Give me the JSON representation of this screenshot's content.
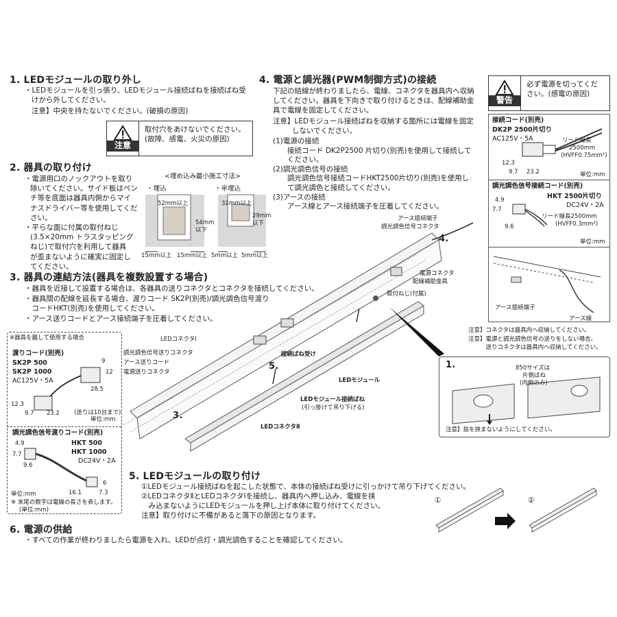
{
  "s1": {
    "title": "1. LEDモジュールの取り外し",
    "body1": "・LEDモジュールを引っ張り、LEDモジュール接続ばねを接続ばね受",
    "body2": "けから外してください。",
    "note": "注意】中央を持たないでください。(破損の原因)",
    "caution_label": "注意",
    "caution_text1": "取付穴をあけないでください。",
    "caution_text2": "(故障、感電、火災の原因)"
  },
  "s2": {
    "title": "2. 器具の取り付け",
    "lines": [
      "・電源用口のノックアウトを取り",
      "除いてください。サイド板はペン",
      "チ等を底面は器具内側からマイ",
      "ナスドライバー等を使用してくだ",
      "さい。",
      "・平らな面に付属の取付ねじ",
      "(3.5×20mm トラスタッピング",
      "ねじ)で取付穴を利用して器具",
      "が歪まないように確実に固定し",
      "てください。"
    ],
    "fig_title": "<埋め込み最小施工寸法>",
    "full": "・埋込",
    "half": "・半埋込",
    "d52": "52mm以上",
    "d54": "54mm",
    "d54b": "以下",
    "d32": "32mm以上",
    "d29": "29mm",
    "d29b": "以下",
    "d15": "15mm以上",
    "d5": "5mm以上"
  },
  "s3": {
    "title": "3. 器具の連結方法(器具を複数設置する場合)",
    "lines": [
      "・器具を近接して設置する場合は、各器具の送りコネクタとコネクタを接続してください。",
      "・器具間の配線を延長する場合、渡りコード SK2P(別売)/調光調色信号渡り",
      "　コードHKT(別売)を使用してください。",
      "・アース送りコードとアース接続端子を圧着してください。"
    ]
  },
  "s4": {
    "title": "4. 電源と調光器(PWM制御方式)の接続",
    "lines": [
      "下記の結線が終わりましたら、電線、コネクタを器具内へ収納",
      "してください。器具を下向きで取り付けるときは、配線補助金",
      "具で電線を固定してください。"
    ],
    "note1": "注意】LEDモジュール接続ばねを収納する箇所には電線を固定",
    "note2": "しないでください。",
    "items": [
      "(1)電源の接続",
      "　　接続コード DK2P2500 片切り(別売)を使用して接続して",
      "　　ください。",
      "(2)調光調色信号の接続",
      "　　調光調色信号接続コードHKT2500片切り(別売)を使用し",
      "　　て調光調色と接続してください。",
      "(3)アースの接続",
      "　　アース線とアース接続端子を圧着してください。"
    ]
  },
  "warning": {
    "label": "警告",
    "text1": "必ず電源を切ってくだ",
    "text2": "さい。(感電の原因)"
  },
  "cord_box": {
    "title1": "接続コード(別売)",
    "model": "DK2P 2500片切り",
    "spec": "AC125V・5A",
    "lead": "リード線長",
    "lead_len": "2500mm",
    "wire": "(HVFF0.75mm²)",
    "d123": "12.3",
    "d97": "9.7",
    "d232": "23.2",
    "unit": "単位:mm",
    "title2": "調光調色信号接続コード(別売)",
    "model2": "HKT 2500片切り",
    "spec2": "DC24V・2A",
    "lead2": "リード線長2500mm",
    "wire2": "(HVFF0.3mm²)",
    "d49": "4.9",
    "d77": "7.7",
    "d96": "9.6",
    "unit2": "単位:mm",
    "earth_terminal": "アース接続端子",
    "earth_wire": "アース線"
  },
  "notes_right": [
    "注意】コネクタは器具内へ収納してください。",
    "注意】電源と調光調色信号の送りをしない場合、",
    "　　　送りコネクタは器具内へ収納してください。"
  ],
  "inset": {
    "step": "1.",
    "size": "850サイズは",
    "side": "片側ばね",
    "inner": "(内側のみ)",
    "note": "注意】指を挟まないようにしてください。"
  },
  "left_box": {
    "header": "※器具を離して使用する場合",
    "title": "渡りコード(別売)",
    "m1": "SK2P 500",
    "m2": "SK2P 1000",
    "spec": "AC125V・5A",
    "d9": "9",
    "d12": "12",
    "d285": "28.5",
    "d123": "12.3",
    "d97": "9.7",
    "d232": "23.2",
    "note10": "(送りは10台まで)",
    "unit": "単位:mm",
    "title2": "調光調色信号渡りコード(別売)",
    "m3": "HKT 500",
    "m4": "HKT 1000",
    "spec2": "DC24V・2A",
    "d49": "4.9",
    "d77": "7.7",
    "d96": "9.6",
    "d6": "6",
    "d161": "16.1",
    "d73": "7.3",
    "unit2": "単位:mm",
    "foot1": "※ 末尾の数字は電線の長さを表します。",
    "foot2": "(単位:mm)"
  },
  "diagram": {
    "earth_terminal": "アース接続端子",
    "dim_connector": "調光調色信号コネクタ",
    "step4": "4.",
    "power_conn": "電源コネクタ",
    "wiring_bracket": "配線補助金具",
    "screw": "取付ねじ(付属)",
    "led_conn1": "LEDコネクタⅠ",
    "dim_feed": "調光調色信号送りコネクタ",
    "earth_feed": "アース送りコード",
    "power_feed": "電源送りコネクタ",
    "spring_recv": "接続ばね受け",
    "step5": "5.",
    "module": "LEDモジュール",
    "module_spring": "LEDモジュール接続ばね",
    "hang": "(引っ掛けて吊り下げる)",
    "step3": "3.",
    "led_conn2": "LEDコネクタⅡ"
  },
  "s5": {
    "title": "5. LEDモジュールの取り付け",
    "l1": "①LEDモジュール接続ばねを起こした状態で、本体の接続ばね受けに引っかけて吊り下げてください。",
    "l2": "②LEDコネクタⅡとLEDコネクタⅠを接続し、器具内へ押し込み、電線を挟",
    "l3": "　み込まないようにLEDモジュールを押し上げ本体に取り付けてください。",
    "l4": "注意】取り付けに不備があると落下の原因となります。",
    "c1": "①",
    "c2": "②"
  },
  "s6": {
    "title": "6. 電源の供給",
    "body": "・すべての作業が終わりましたら電源を入れ、LEDが点灯・調光調色することを確認してください。"
  }
}
